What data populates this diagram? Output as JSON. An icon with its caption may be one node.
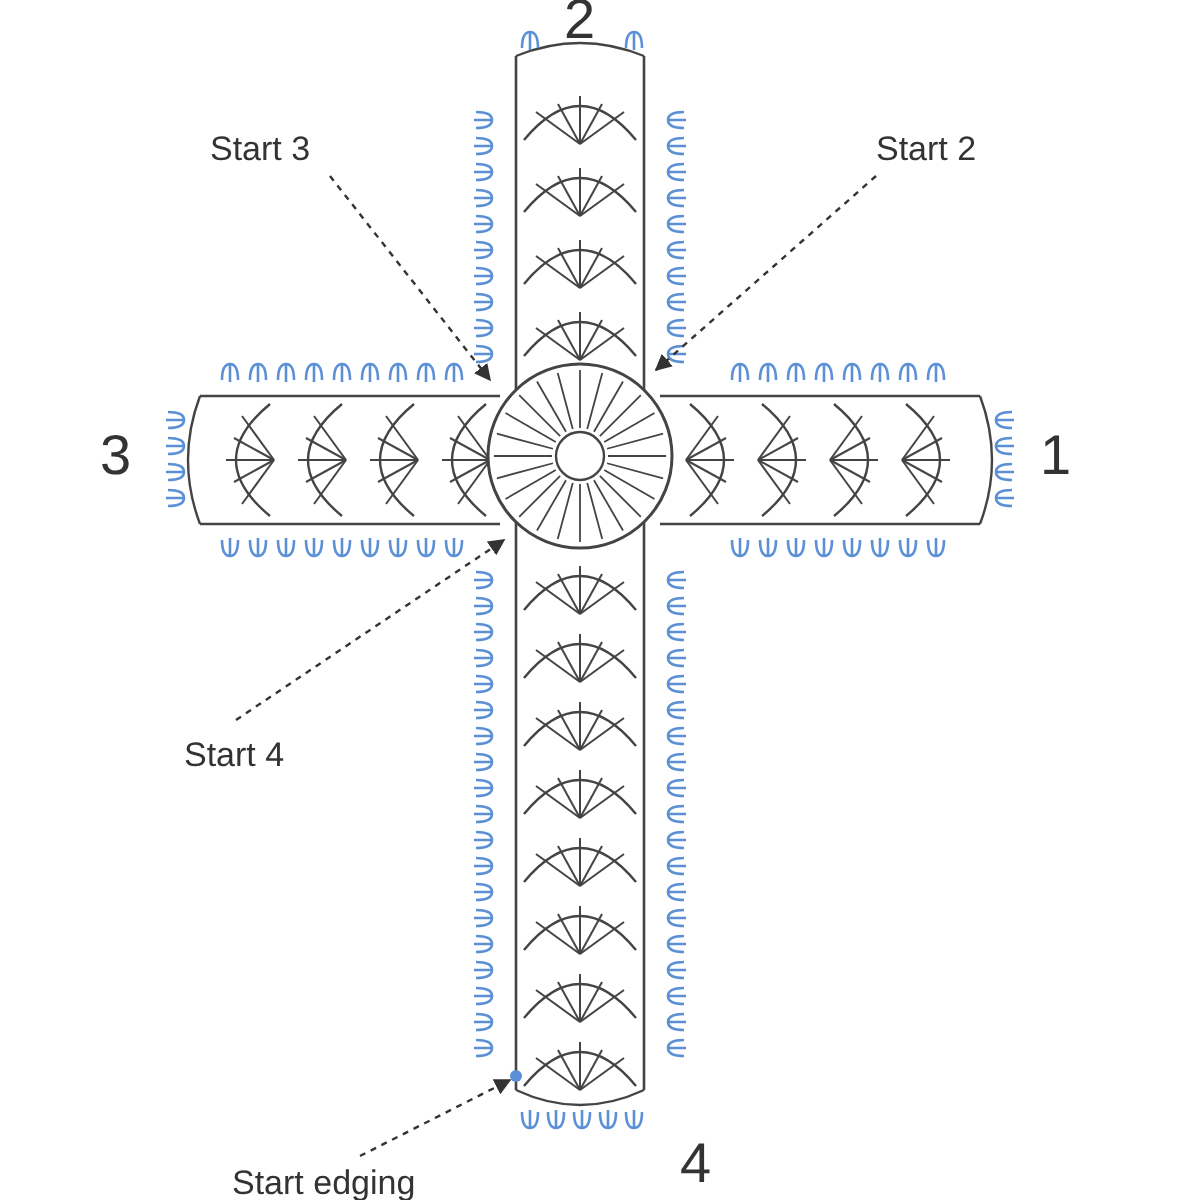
{
  "diagram": {
    "nodes": [
      {
        "text": [
          "Start 3"
        ]
      },
      {
        "text": [
          "Start 2"
        ]
      },
      {
        "text": [
          "Start 4"
        ]
      },
      {
        "text": [
          "Start edging"
        ]
      }
    ],
    "edges": [
      {
        "from": 0,
        "to": null,
        "arrow": "to",
        "style": "dashed"
      },
      {
        "from": 1,
        "to": null,
        "arrow": "to",
        "style": "dashed"
      },
      {
        "from": 2,
        "to": null,
        "arrow": "to",
        "style": "dashed"
      },
      {
        "from": 3,
        "to": null,
        "arrow": "to",
        "style": "dashed"
      }
    ],
    "labels": [
      "2",
      "3",
      "1",
      "4"
    ]
  }
}
